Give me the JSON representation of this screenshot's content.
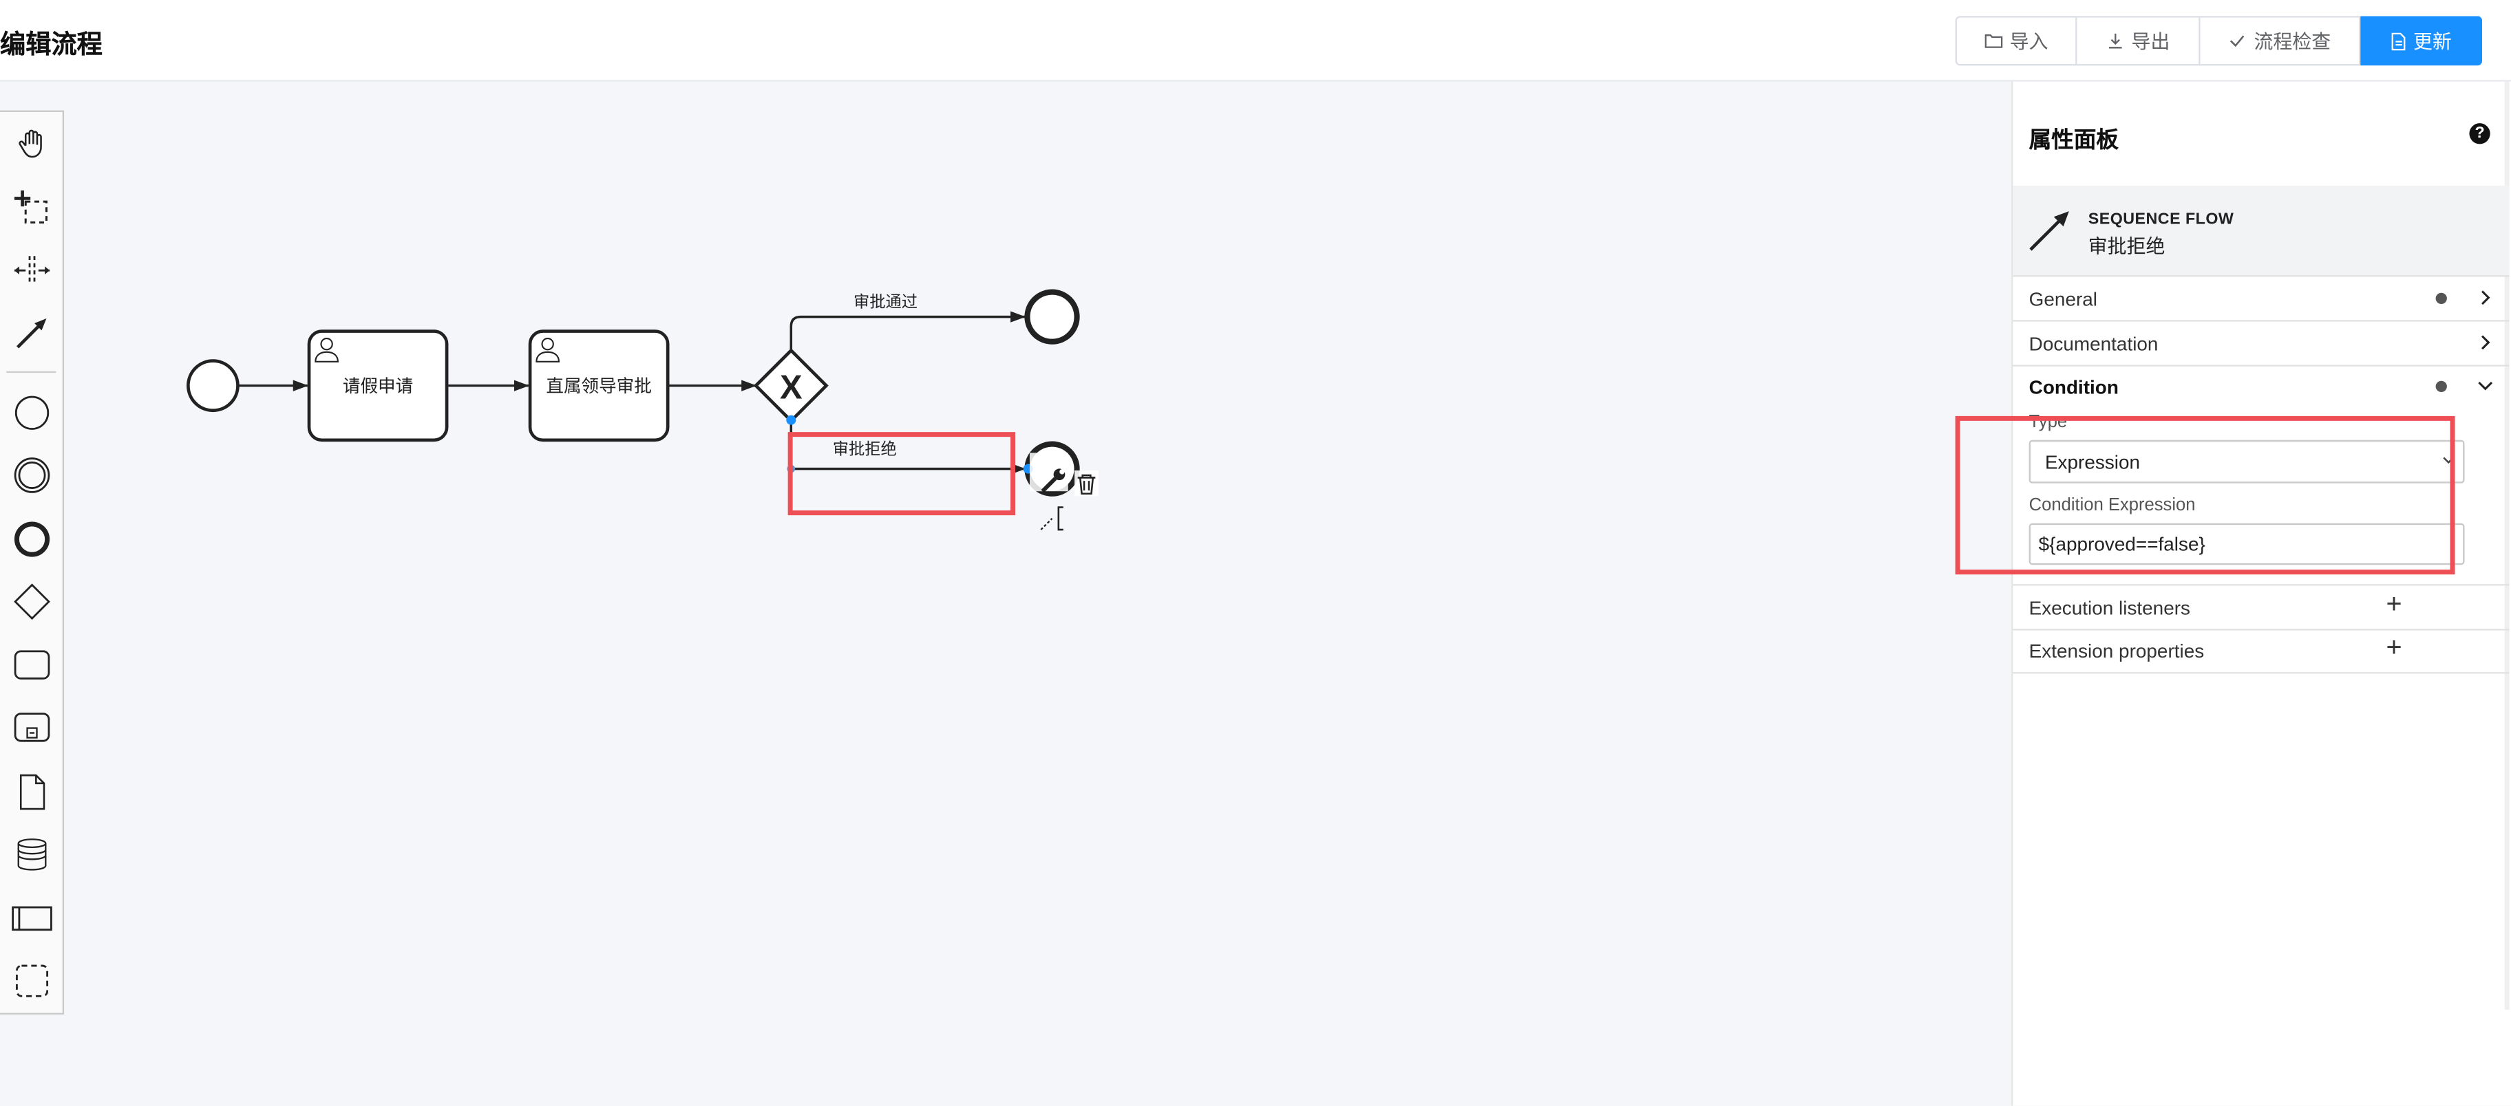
{
  "header": {
    "title": "编辑流程",
    "buttons": [
      {
        "label": "导入",
        "icon": "folder-icon"
      },
      {
        "label": "导出",
        "icon": "download-icon"
      },
      {
        "label": "流程检查",
        "icon": "check-icon"
      },
      {
        "label": "更新",
        "icon": "document-icon"
      }
    ],
    "primary_color": "#1890ff"
  },
  "palette": {
    "tools": [
      "hand-tool-icon",
      "lasso-tool-icon",
      "space-tool-icon",
      "connect-tool-icon",
      "start-event-icon",
      "intermediate-event-icon",
      "end-event-icon",
      "gateway-icon",
      "task-icon",
      "subprocess-icon",
      "data-object-icon",
      "data-store-icon",
      "participant-icon",
      "group-icon"
    ]
  },
  "diagram": {
    "tasks": [
      {
        "label": "请假申请"
      },
      {
        "label": "直属领导审批"
      }
    ],
    "flows": {
      "approve_label": "审批通过",
      "reject_label": "审批拒绝"
    },
    "gateway_marker": "X"
  },
  "panel": {
    "title": "属性面板",
    "help": "?",
    "element_type": "SEQUENCE FLOW",
    "element_name": "审批拒绝",
    "groups": {
      "general": "General",
      "documentation": "Documentation",
      "condition": "Condition",
      "execution_listeners": "Execution listeners",
      "extension_properties": "Extension properties"
    },
    "condition": {
      "type_label": "Type",
      "type_value": "Expression",
      "expression_label": "Condition Expression",
      "expression_value": "${approved==false}"
    }
  },
  "highlight_color": "#ee4f54"
}
